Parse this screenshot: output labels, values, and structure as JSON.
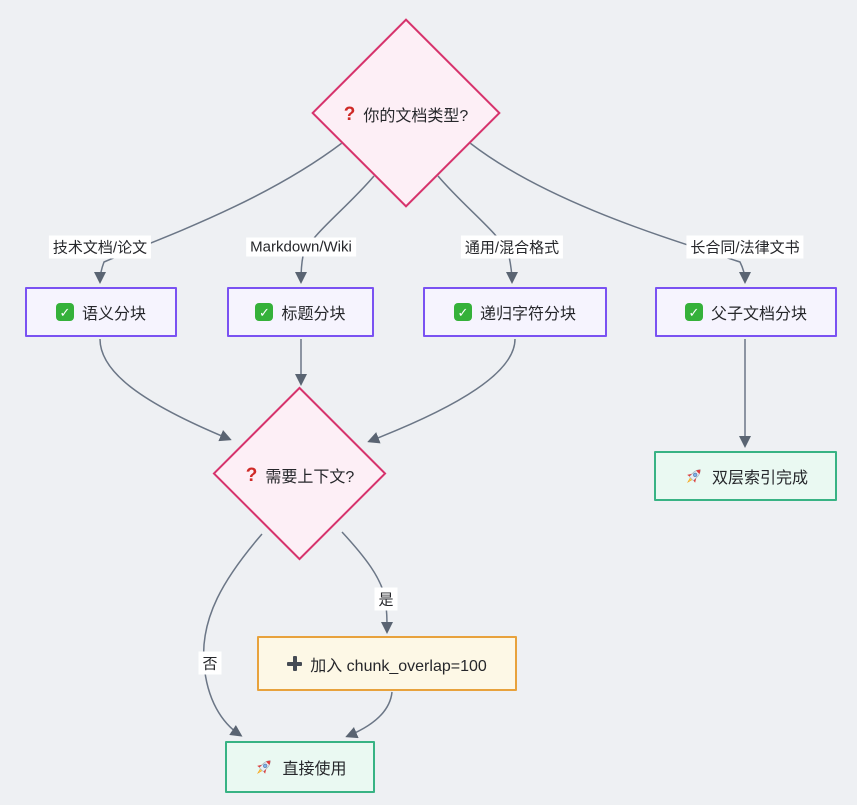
{
  "diagram": {
    "title": "document chunking decision flowchart",
    "background": "#eef0f3",
    "nodes": {
      "doc_type": {
        "type": "decision",
        "icon": "question-icon",
        "label": "你的文档类型?"
      },
      "semantic_chunk": {
        "type": "option",
        "icon": "check-icon",
        "label": "语义分块"
      },
      "heading_chunk": {
        "type": "option",
        "icon": "check-icon",
        "label": "标题分块"
      },
      "recursive_chunk": {
        "type": "option",
        "icon": "check-icon",
        "label": "递归字符分块"
      },
      "parent_child_chunk": {
        "type": "option",
        "icon": "check-icon",
        "label": "父子文档分块"
      },
      "need_context": {
        "type": "decision",
        "icon": "question-icon",
        "label": "需要上下文?"
      },
      "dual_index_done": {
        "type": "result",
        "icon": "rocket-icon",
        "label": "双层索引完成"
      },
      "add_overlap": {
        "type": "action",
        "icon": "plus-icon",
        "label": "加入 chunk_overlap=100"
      },
      "direct_use": {
        "type": "result",
        "icon": "rocket-icon",
        "label": "直接使用"
      }
    },
    "edge_labels": {
      "tech_docs": "技术文档/论文",
      "markdown_wiki": "Markdown/Wiki",
      "general_mixed": "通用/混合格式",
      "long_contract": "长合同/法律文书",
      "yes": "是",
      "no": "否"
    },
    "colors": {
      "decision_border": "#d6336c",
      "decision_fill": "#fdeff6",
      "option_border": "#7a52f2",
      "option_fill": "#f6f4fe",
      "result_border": "#38b384",
      "result_fill": "#eaf9f2",
      "action_border": "#e8a23c",
      "action_fill": "#fdf8e6",
      "edge": "#6b7686",
      "arrowhead": "#5a6472",
      "text": "#26272b"
    }
  }
}
